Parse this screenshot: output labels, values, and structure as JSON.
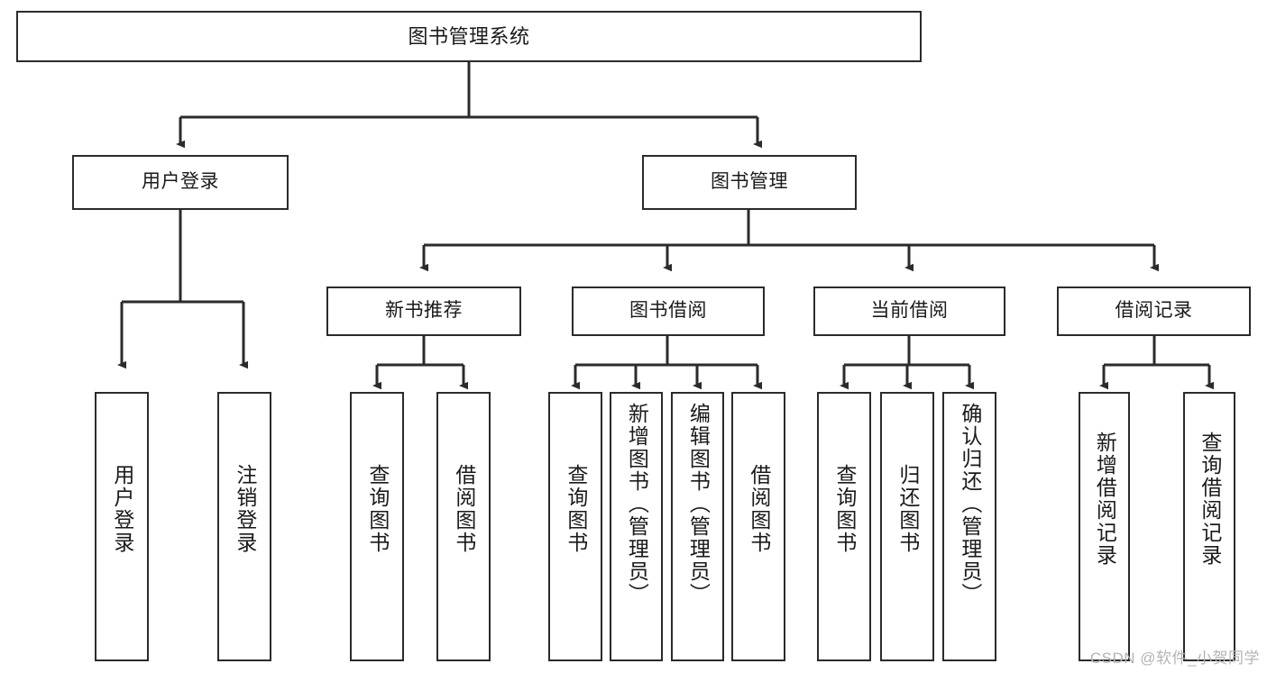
{
  "diagram": {
    "title": "图书管理系统",
    "type": "hierarchy-tree",
    "colors": {
      "box_border": "#2b2b2b",
      "box_fill": "#ffffff",
      "edge": "#2b2b2b",
      "text": "#1a1a1a",
      "watermark": "#b4b4b4"
    },
    "nodes": {
      "root": {
        "label": "图书管理系统"
      },
      "level2": [
        {
          "id": "user-login",
          "label": "用户登录"
        },
        {
          "id": "book-management",
          "label": "图书管理"
        }
      ],
      "level3": [
        {
          "id": "new-book-recommend",
          "label": "新书推荐"
        },
        {
          "id": "book-borrow",
          "label": "图书借阅"
        },
        {
          "id": "current-borrow",
          "label": "当前借阅"
        },
        {
          "id": "borrow-record",
          "label": "借阅记录"
        }
      ],
      "leaves": {
        "user-login": [
          {
            "id": "login",
            "label": "用户登录"
          },
          {
            "id": "logout",
            "label": "注销登录"
          }
        ],
        "new-book-recommend": [
          {
            "id": "query-book-1",
            "label": "查询图书"
          },
          {
            "id": "borrow-book-1",
            "label": "借阅图书"
          }
        ],
        "book-borrow": [
          {
            "id": "query-book-2",
            "label": "查询图书"
          },
          {
            "id": "add-book-admin",
            "label": "新增图书（管理员）"
          },
          {
            "id": "edit-book-admin",
            "label": "编辑图书（管理员）"
          },
          {
            "id": "borrow-book-2",
            "label": "借阅图书"
          }
        ],
        "current-borrow": [
          {
            "id": "query-book-3",
            "label": "查询图书"
          },
          {
            "id": "return-book",
            "label": "归还图书"
          },
          {
            "id": "confirm-return-admin",
            "label": "确认归还（管理员）"
          }
        ],
        "borrow-record": [
          {
            "id": "add-borrow-record",
            "label": "新增借阅记录"
          },
          {
            "id": "query-borrow-record",
            "label": "查询借阅记录"
          }
        ]
      }
    },
    "watermark": "CSDN @软件_小贺同学"
  }
}
